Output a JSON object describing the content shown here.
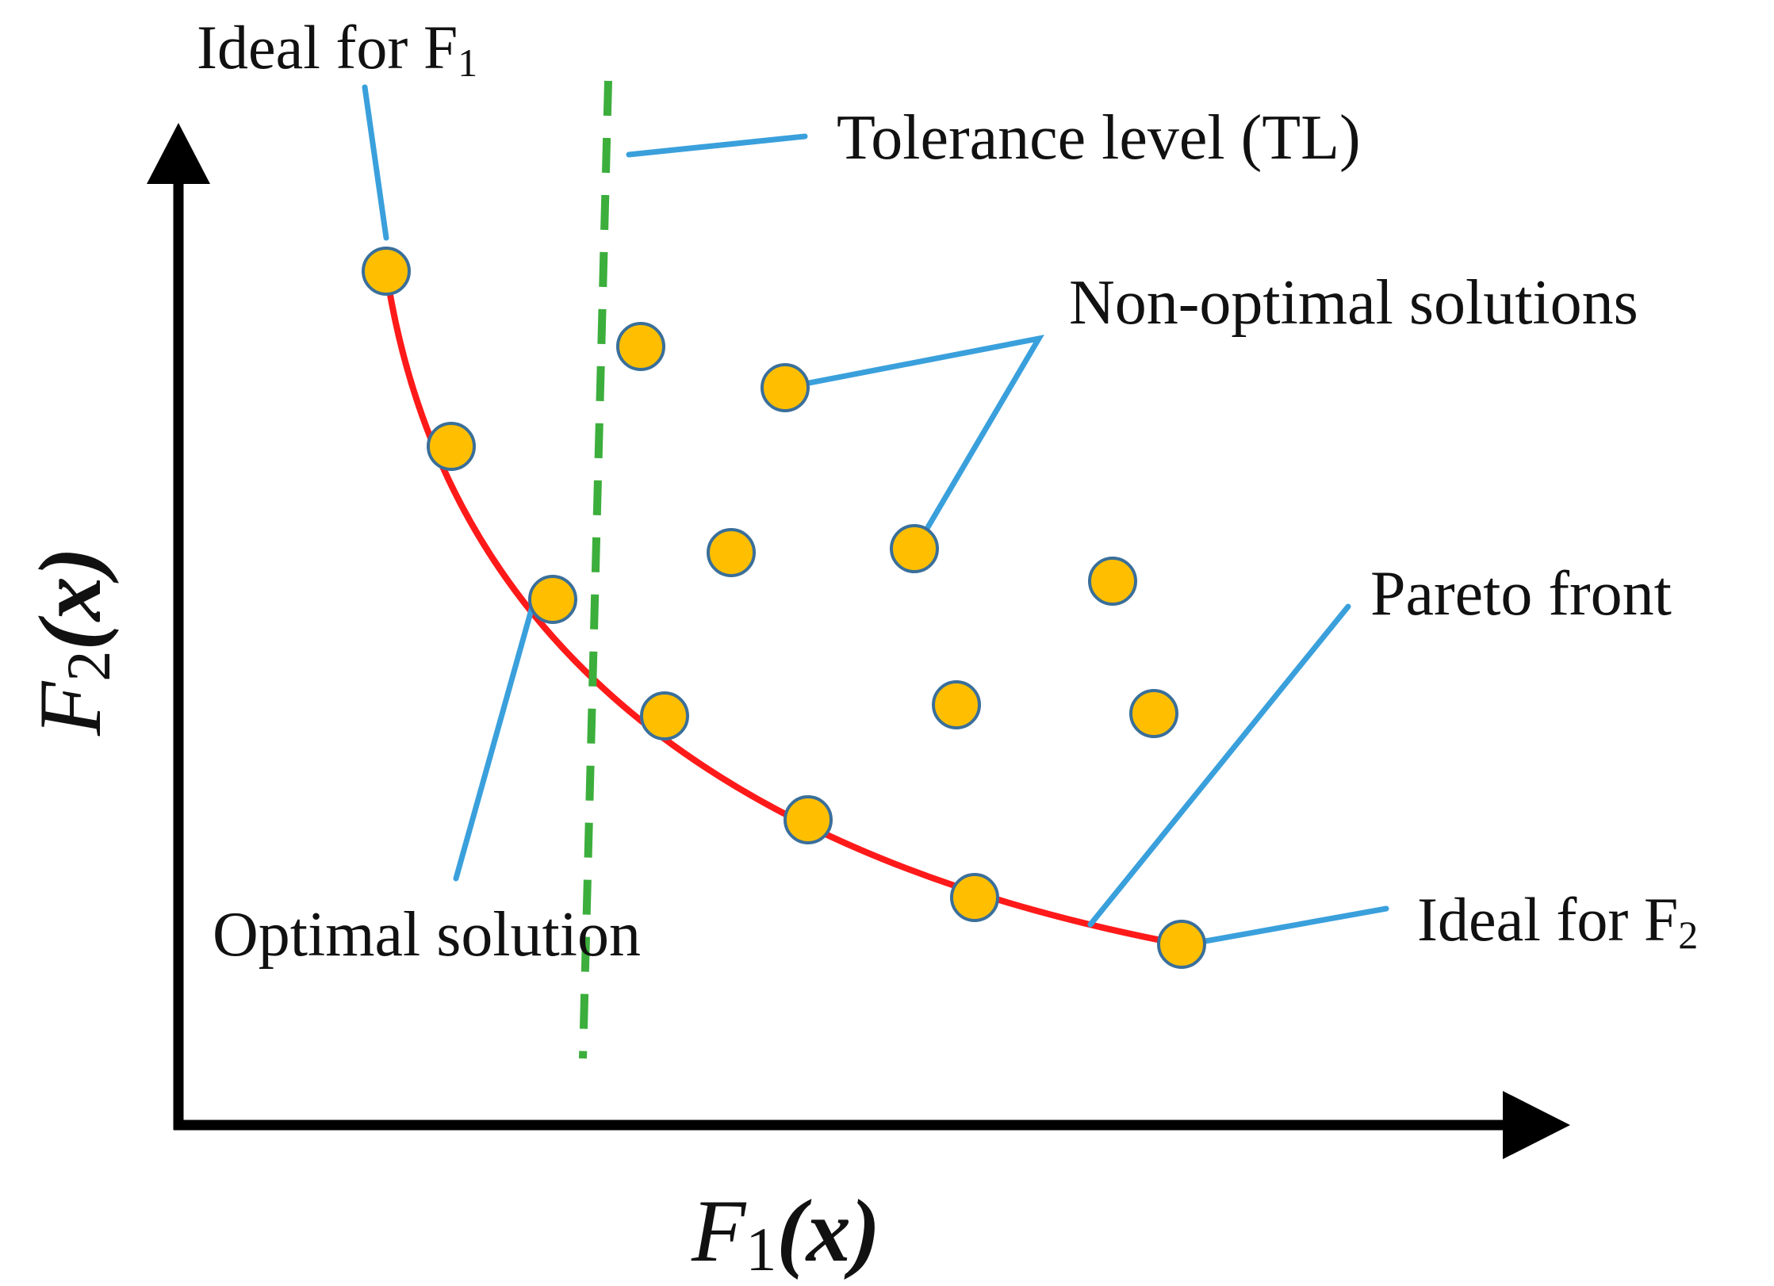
{
  "labels": {
    "ideal_f1": {
      "text": "Ideal for F",
      "sub": "1"
    },
    "tolerance": "Tolerance level (TL)",
    "non_optimal": "Non-optimal solutions",
    "pareto_front": "Pareto front",
    "optimal_solution": "Optimal solution",
    "ideal_f2": {
      "text": "Ideal for F",
      "sub": "2"
    }
  },
  "axes": {
    "x_label": {
      "base": "F",
      "sub": "1",
      "arg": "(x)"
    },
    "y_label": {
      "base": "F",
      "sub": "2",
      "arg": "(x)"
    }
  },
  "colors": {
    "pareto_curve": "#ff1a1a",
    "tolerance_line": "#3cae3c",
    "leader_lines": "#3aa0dc",
    "solution_fill": "#ffbf00",
    "solution_stroke": "#3a6f9a",
    "axes": "#000000"
  }
}
